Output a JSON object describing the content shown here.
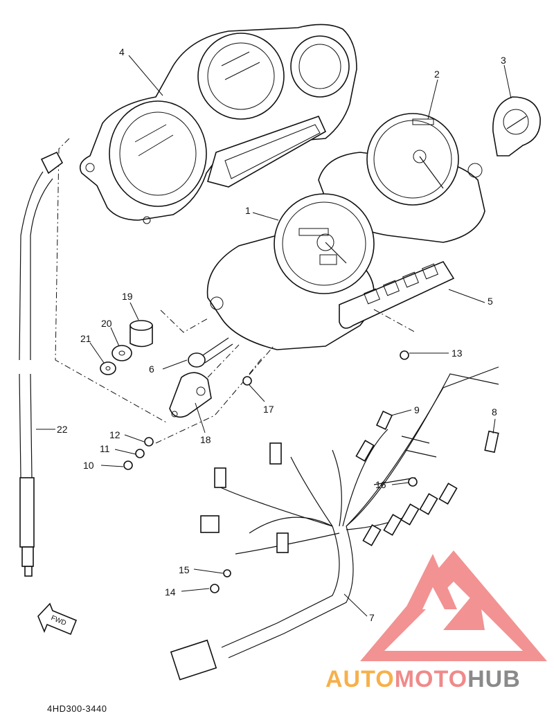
{
  "diagram": {
    "callouts": [
      {
        "id": "c1",
        "label": "1"
      },
      {
        "id": "c2",
        "label": "2"
      },
      {
        "id": "c3",
        "label": "3"
      },
      {
        "id": "c4",
        "label": "4"
      },
      {
        "id": "c5",
        "label": "5"
      },
      {
        "id": "c6",
        "label": "6"
      },
      {
        "id": "c7",
        "label": "7"
      },
      {
        "id": "c8",
        "label": "8"
      },
      {
        "id": "c9",
        "label": "9"
      },
      {
        "id": "c10",
        "label": "10"
      },
      {
        "id": "c11",
        "label": "11"
      },
      {
        "id": "c12",
        "label": "12"
      },
      {
        "id": "c13",
        "label": "13"
      },
      {
        "id": "c14",
        "label": "14"
      },
      {
        "id": "c15",
        "label": "15"
      },
      {
        "id": "c16",
        "label": "16"
      },
      {
        "id": "c17",
        "label": "17"
      },
      {
        "id": "c18",
        "label": "18"
      },
      {
        "id": "c19",
        "label": "19"
      },
      {
        "id": "c20",
        "label": "20"
      },
      {
        "id": "c21",
        "label": "21"
      },
      {
        "id": "c22",
        "label": "22"
      }
    ],
    "fwd_label": "FWD",
    "drawing_code": "4HD300-3440"
  },
  "watermark": {
    "part_a": "AUTO",
    "part_b": "MOTO",
    "part_c": "HUB",
    "colors": {
      "auto": "#f7b04a",
      "moto": "#f08a8a",
      "hub": "#8a8a8a",
      "logo": "#f08080"
    }
  }
}
